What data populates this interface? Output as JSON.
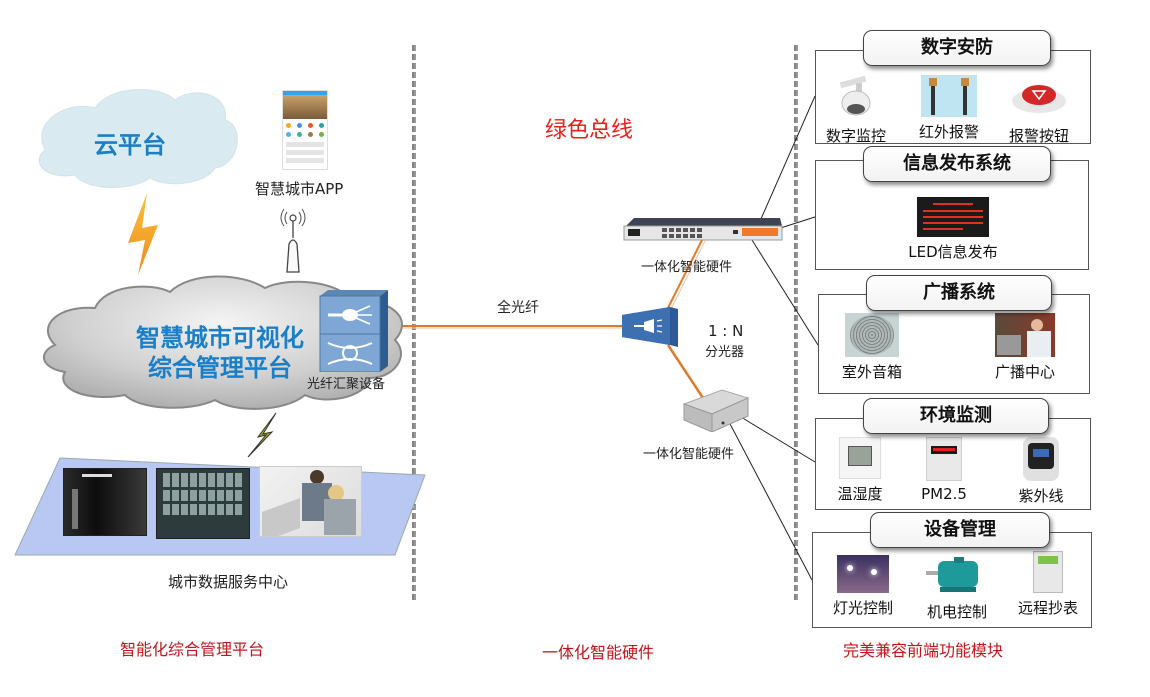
{
  "left_section": {
    "cloud_platform": "云平台",
    "app_label": "智慧城市APP",
    "main_platform_line1": "智慧城市可视化",
    "main_platform_line2": "综合管理平台",
    "aggregation_device": "光纤汇聚设备",
    "data_center": "城市数据服务中心"
  },
  "middle_section": {
    "title": "绿色总线",
    "fiber_label": "全光纤",
    "splitter_ratio": "1 : N",
    "splitter_label": "分光器",
    "hardware_top": "一体化智能硬件",
    "hardware_bottom": "一体化智能硬件"
  },
  "modules": [
    {
      "title": "数字安防",
      "items": [
        "数字监控",
        "红外报警",
        "报警按钮"
      ]
    },
    {
      "title": "信息发布系统",
      "items": [
        "LED信息发布"
      ]
    },
    {
      "title": "广播系统",
      "items": [
        "室外音箱",
        "广播中心"
      ]
    },
    {
      "title": "环境监测",
      "items": [
        "温湿度",
        "PM2.5",
        "紫外线"
      ]
    },
    {
      "title": "设备管理",
      "items": [
        "灯光控制",
        "机电控制",
        "远程抄表"
      ]
    }
  ],
  "footer": {
    "left": "智能化综合管理平台",
    "middle": "一体化智能硬件",
    "right": "完美兼容前端功能模块"
  },
  "colors": {
    "fiber": "#e07a2a",
    "footer_red": "#c0161c",
    "title_red": "#e8201c",
    "platform_blue": "#1a7fc9"
  }
}
